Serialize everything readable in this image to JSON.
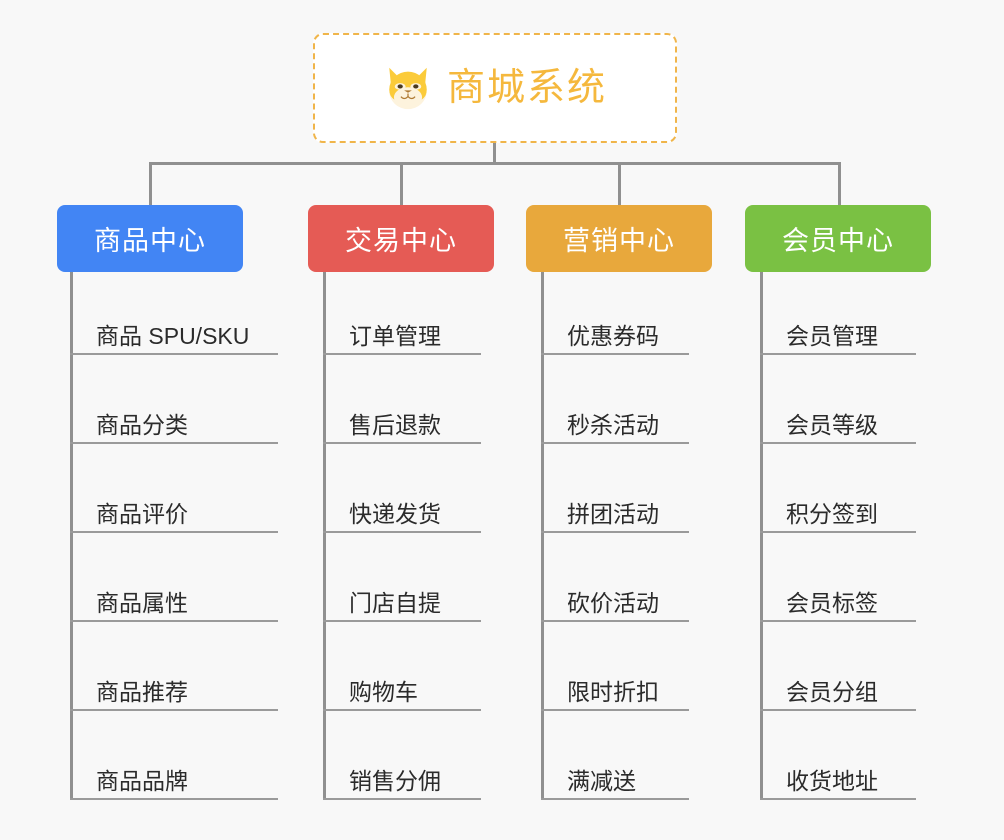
{
  "diagram": {
    "title": "商城系统",
    "root": {
      "icon": "shiba-dog-icon",
      "label": "商城系统",
      "text_color": "#f5b83d",
      "border_color": "#f0b54a",
      "background": "#ffffff"
    },
    "background_color": "#f8f8f8",
    "line_color": "#909090",
    "columns": [
      {
        "label": "商品中心",
        "color": "#4285f4",
        "items": [
          "商品 SPU/SKU",
          "商品分类",
          "商品评价",
          "商品属性",
          "商品推荐",
          "商品品牌"
        ]
      },
      {
        "label": "交易中心",
        "color": "#e55b55",
        "items": [
          "订单管理",
          "售后退款",
          "快递发货",
          "门店自提",
          "购物车",
          "销售分佣"
        ]
      },
      {
        "label": "营销中心",
        "color": "#e8a83c",
        "items": [
          "优惠券码",
          "秒杀活动",
          "拼团活动",
          "砍价活动",
          "限时折扣",
          "满减送"
        ]
      },
      {
        "label": "会员中心",
        "color": "#7ac143",
        "items": [
          "会员管理",
          "会员等级",
          "积分签到",
          "会员标签",
          "会员分组",
          "收货地址"
        ]
      }
    ]
  }
}
